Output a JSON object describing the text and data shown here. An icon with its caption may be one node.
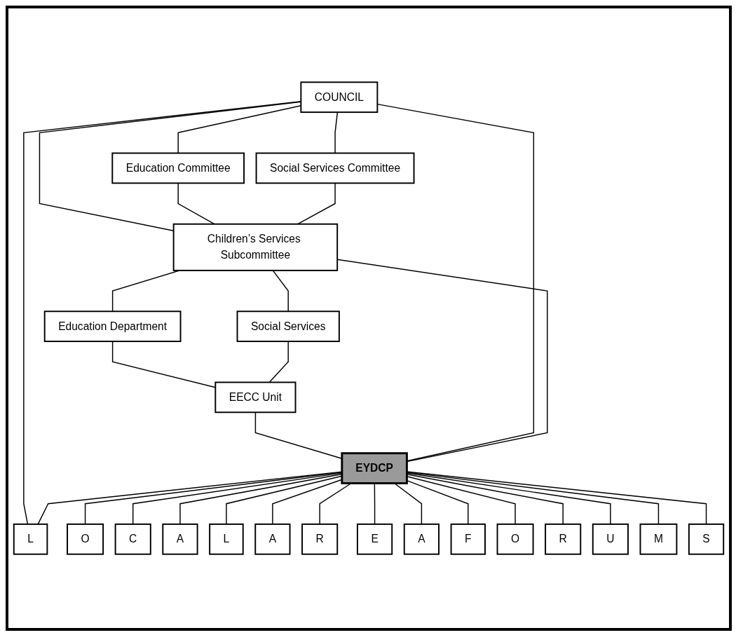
{
  "diagram": {
    "nodes": [
      {
        "text": [
          "COUNCIL"
        ]
      },
      {
        "text": [
          "Education Committee"
        ]
      },
      {
        "text": [
          "Social Services Committee"
        ]
      },
      {
        "text": [
          "Children’s Services Subcommittee"
        ]
      },
      {
        "text": [
          "Education Department"
        ]
      },
      {
        "text": [
          "Social Services"
        ]
      },
      {
        "text": [
          "EECC Unit"
        ]
      },
      {
        "text": [
          "EYDCP"
        ]
      },
      {
        "text": [
          "L"
        ]
      },
      {
        "text": [
          "O"
        ]
      },
      {
        "text": [
          "C"
        ]
      },
      {
        "text": [
          "A"
        ]
      },
      {
        "text": [
          "L"
        ]
      },
      {
        "text": [
          "A"
        ]
      },
      {
        "text": [
          "R"
        ]
      },
      {
        "text": [
          "E"
        ]
      },
      {
        "text": [
          "A"
        ]
      },
      {
        "text": [
          "F"
        ]
      },
      {
        "text": [
          "O"
        ]
      },
      {
        "text": [
          "R"
        ]
      },
      {
        "text": [
          "U"
        ]
      },
      {
        "text": [
          "M"
        ]
      },
      {
        "text": [
          "S"
        ]
      }
    ],
    "edges": [
      {
        "from": 0,
        "to": 1,
        "arrow": "none"
      },
      {
        "from": 0,
        "to": 2,
        "arrow": "none"
      },
      {
        "from": 0,
        "to": 3,
        "arrow": "none"
      },
      {
        "from": 1,
        "to": 3,
        "arrow": "none"
      },
      {
        "from": 2,
        "to": 3,
        "arrow": "none"
      },
      {
        "from": 3,
        "to": 4,
        "arrow": "none"
      },
      {
        "from": 3,
        "to": 5,
        "arrow": "none"
      },
      {
        "from": 4,
        "to": 6,
        "arrow": "none"
      },
      {
        "from": 5,
        "to": 6,
        "arrow": "none"
      },
      {
        "from": 6,
        "to": 7,
        "arrow": "none"
      },
      {
        "from": 0,
        "to": 7,
        "arrow": "none"
      },
      {
        "from": 3,
        "to": 7,
        "arrow": "none"
      },
      {
        "from": 0,
        "to": 8,
        "arrow": "none"
      },
      {
        "from": 7,
        "to": 8,
        "arrow": "none"
      },
      {
        "from": 7,
        "to": 9,
        "arrow": "none"
      },
      {
        "from": 7,
        "to": 10,
        "arrow": "none"
      },
      {
        "from": 7,
        "to": 11,
        "arrow": "none"
      },
      {
        "from": 7,
        "to": 12,
        "arrow": "none"
      },
      {
        "from": 7,
        "to": 13,
        "arrow": "none"
      },
      {
        "from": 7,
        "to": 14,
        "arrow": "none"
      },
      {
        "from": 7,
        "to": 15,
        "arrow": "none"
      },
      {
        "from": 7,
        "to": 16,
        "arrow": "none"
      },
      {
        "from": 7,
        "to": 17,
        "arrow": "none"
      },
      {
        "from": 7,
        "to": 18,
        "arrow": "none"
      },
      {
        "from": 7,
        "to": 19,
        "arrow": "none"
      },
      {
        "from": 7,
        "to": 20,
        "arrow": "none"
      },
      {
        "from": 7,
        "to": 21,
        "arrow": "none"
      },
      {
        "from": 7,
        "to": 22,
        "arrow": "none"
      }
    ]
  }
}
